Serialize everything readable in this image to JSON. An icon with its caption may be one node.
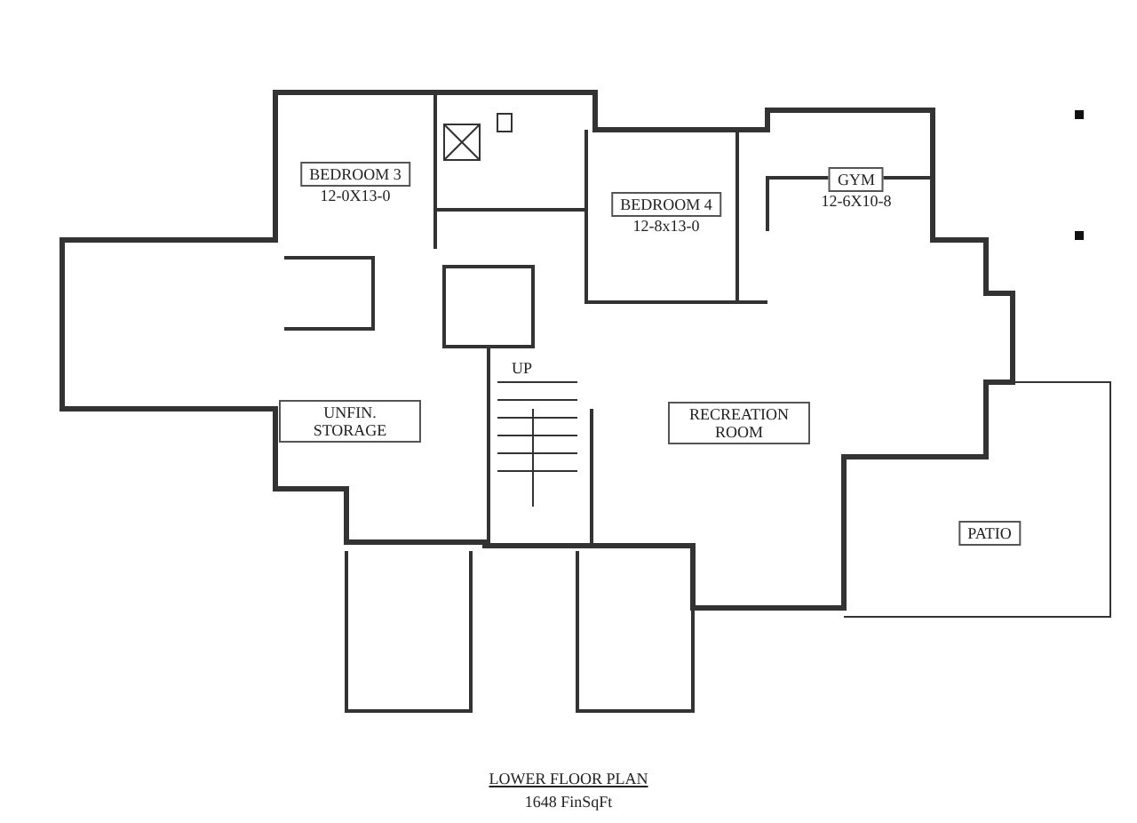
{
  "diagram": {
    "title": "LOWER FLOOR PLAN",
    "caption": "1648 FinSqFt",
    "nodes": [
      {
        "text": [
          "BEDROOM 3"
        ],
        "beside": [
          "12-0X13-0"
        ]
      },
      {
        "text": [
          "BEDROOM 4"
        ],
        "beside": [
          "12-8x13-0"
        ]
      },
      {
        "text": [
          "GYM"
        ],
        "beside": [
          "12-6X10-8"
        ]
      },
      {
        "text": [
          "UNFIN. STORAGE"
        ]
      },
      {
        "text": [
          "RECREATION ROOM"
        ]
      },
      {
        "text": [
          "PATIO"
        ]
      }
    ],
    "labels": [
      "UP"
    ]
  }
}
